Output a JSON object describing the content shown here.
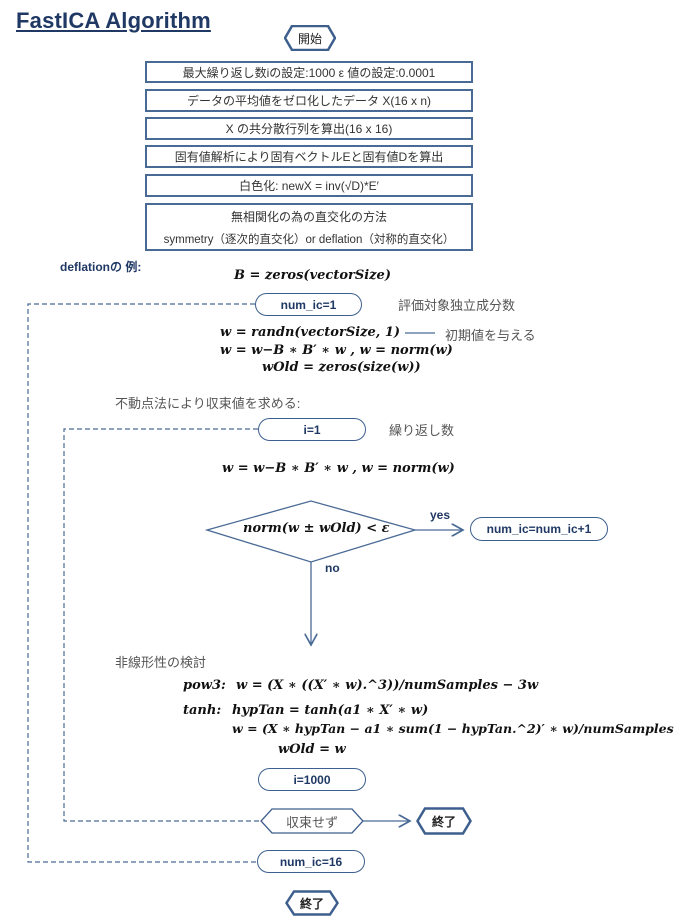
{
  "title": "FastICA  Algorithm",
  "start": "開始",
  "steps": [
    "最大繰り返し数iの設定:1000 ε 値の設定:0.0001",
    "データの平均値をゼロ化したデータ X(16 x n)",
    "X の共分散行列を算出(16 x 16)",
    "固有値解析により固有ベクトルEと固有値Dを算出",
    "白色化:    newX = inv(√D)*E′"
  ],
  "orth": {
    "line1": "無相関化の為の直交化の方法",
    "line2": "symmetry（逐次的直交化）or deflation（対称的直交化）"
  },
  "deflation_label": "deflationの 例:",
  "b_init": "B = zeros(vectorSize)",
  "num_ic_start": "num_ic=1",
  "num_ic_note": "評価対象独立成分数",
  "w_init": "w = randn(vectorSize, 1)",
  "w_init_note": "初期値を与える",
  "w_orth": "w = w−B ∗ B′ ∗ w ,   w = norm(w)",
  "wold_init": "wOld = zeros(size(w))",
  "fixed_point_label": "不動点法により収束値を求める:",
  "i_start": "i=1",
  "i_note": "繰り返し数",
  "w_orth2": "w = w−B ∗ B′ ∗ w ,   w = norm(w)",
  "condition": "norm(w ± wOld) < ε",
  "yes": "yes",
  "no": "no",
  "num_ic_inc": "num_ic=num_ic+1",
  "nonlinear_label": "非線形性の検討",
  "pow3_name": "pow3:",
  "pow3_eq": "w = (X ∗ ((X′ ∗ w).^3))/numSamples − 3w",
  "tanh_name": "tanh:",
  "tanh_eq1": "hypTan = tanh(a1 ∗ X′ ∗ w)",
  "tanh_eq2": "w = (X ∗ hypTan − a1 ∗ sum(1 − hypTan.^2)′ ∗ w)/numSamples",
  "wold_update": "wOld = w",
  "i_end": "i=1000",
  "not_converged": "収束せず",
  "end1": "終了",
  "num_ic_end": "num_ic=16",
  "end2": "終了",
  "colors": {
    "line": "#4a6a96",
    "title": "#1f3864"
  }
}
